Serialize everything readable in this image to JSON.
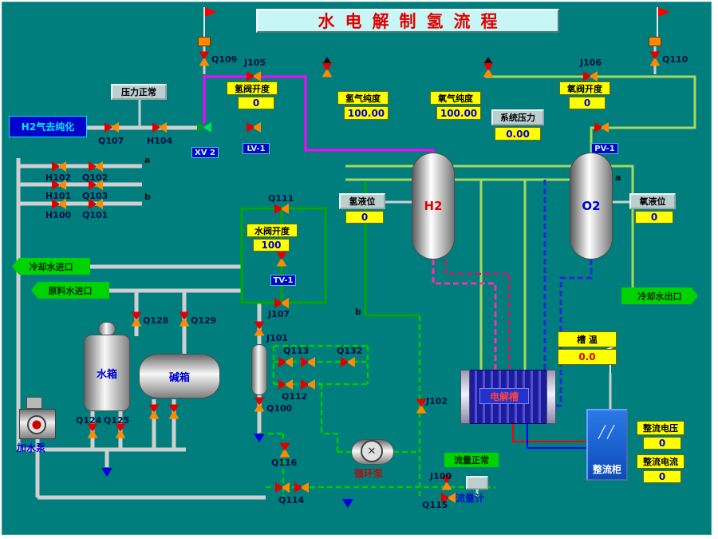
{
  "title": "水电解制氢流程",
  "tags": {
    "h2_to_purification": "H2气去纯化",
    "pressure_normal": "压力正常",
    "cooling_water_inlet": "冷却水进口",
    "raw_water_inlet": "原料水进口",
    "cooling_water_outlet": "冷却水出口",
    "flow_normal": "流量正常",
    "flow_meter": "流量计"
  },
  "indicators": {
    "h2_valve_opening": {
      "label": "氢阀开度",
      "value": "0"
    },
    "h2_purity": {
      "label": "氢气纯度",
      "value": "100.00"
    },
    "o2_purity": {
      "label": "氧气纯度",
      "value": "100.00"
    },
    "system_pressure": {
      "label": "系统压力",
      "value": "0.00"
    },
    "o2_valve_opening": {
      "label": "氧阀开度",
      "value": "0"
    },
    "h2_level": {
      "label": "氢液位",
      "value": "0"
    },
    "o2_level": {
      "label": "氧液位",
      "value": "0"
    },
    "water_valve_opening": {
      "label": "水阀开度",
      "value": "100"
    },
    "cell_temp": {
      "label": "槽 温",
      "value": "0.0"
    },
    "rectifier_voltage": {
      "label": "整流电压",
      "value": "0"
    },
    "rectifier_current": {
      "label": "整流电流",
      "value": "0"
    }
  },
  "equipment": {
    "h2_separator": "H2",
    "o2_separator": "O2",
    "water_tank": "水箱",
    "alkali_tank": "碱箱",
    "electrolyzer": "电解槽",
    "rectifier": "整流柜",
    "feed_pump": "加水泵",
    "circulation_pump": "循环泵"
  },
  "valves": {
    "q109": "Q109",
    "j105": "J105",
    "q107": "Q107",
    "h104": "H104",
    "xv2": "XV 2",
    "lv1": "LV-1",
    "pv1": "PV-1",
    "tv1": "TV-1",
    "j106": "J106",
    "q110": "Q110",
    "h102": "H102",
    "q102": "Q102",
    "h101": "H101",
    "q103": "Q103",
    "h100": "H100",
    "q101": "Q101",
    "q111": "Q111",
    "j107": "J107",
    "q128": "Q128",
    "q129": "Q129",
    "q124": "Q124",
    "q125": "Q125",
    "j101": "J101",
    "q100": "Q100",
    "q113": "Q113",
    "q132": "Q132",
    "q112": "Q112",
    "j102": "J102",
    "q116": "Q116",
    "q114": "Q114",
    "j100": "J100",
    "q115": "Q115"
  },
  "letters": {
    "a": "a",
    "b": "b"
  },
  "colors": {
    "background_teal": "#007e7e",
    "h2_line_magenta": "#ff00ff",
    "green_line": "#00a800",
    "status_yellow": "#ffff00",
    "tag_green": "#00d400"
  }
}
